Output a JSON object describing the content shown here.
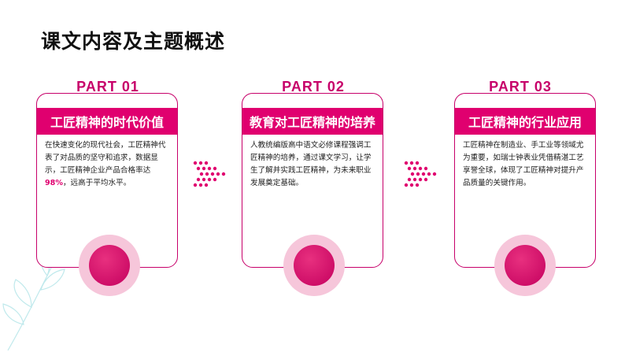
{
  "title": "课文内容及主题概述",
  "cards": [
    {
      "part": "PART 01",
      "heading": "工匠精神的时代价值",
      "body_before": "在快速变化的现代社会，工匠精神代表了对品质的坚守和追求，数据显示，工匠精神企业产品合格率达",
      "highlight": "98%",
      "body_after": "，远高于平均水平。"
    },
    {
      "part": "PART 02",
      "heading": "教育对工匠精神的培养",
      "body": "人教统编版高中语文必修课程强调工匠精神的培养，通过课文学习，让学生了解并实践工匠精神，为未来职业发展奠定基础。"
    },
    {
      "part": "PART 03",
      "heading": "工匠精神的行业应用",
      "body": "工匠精神在制造业、手工业等领域尤为重要，如瑞士钟表业凭借精湛工艺享誉全球，体现了工匠精神对提升产品质量的关键作用。"
    }
  ],
  "colors": {
    "accent": "#e0006f",
    "border": "#c7006a",
    "dot_halo": "#f6c6da"
  }
}
